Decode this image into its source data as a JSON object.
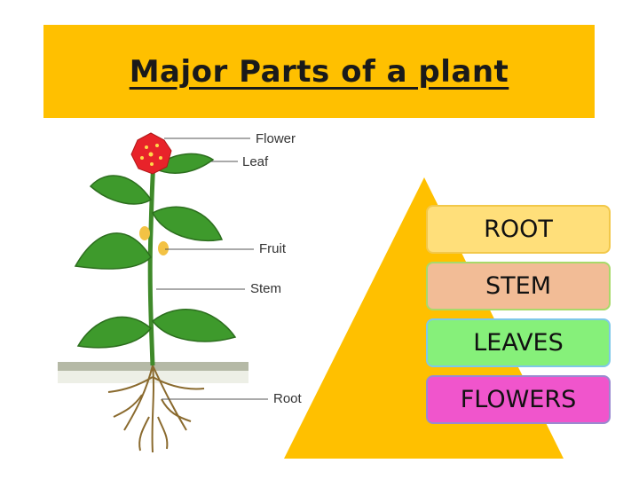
{
  "title": "Major Parts of a plant",
  "plant_labels": {
    "flower": "Flower",
    "leaf": "Leaf",
    "fruit": "Fruit",
    "stem": "Stem",
    "root": "Root"
  },
  "pyramid": {
    "levels": [
      {
        "label": "ROOT",
        "color": "#ffdf7a",
        "border": "#f2c84a"
      },
      {
        "label": "STEM",
        "color": "#f2bc96",
        "border": "#a8d96a"
      },
      {
        "label": "LEAVES",
        "color": "#86f07a",
        "border": "#7ec8e8"
      },
      {
        "label": "FLOWERS",
        "color": "#f055cc",
        "border": "#9a8ad0"
      }
    ],
    "triangle_color": "#ffc000"
  }
}
